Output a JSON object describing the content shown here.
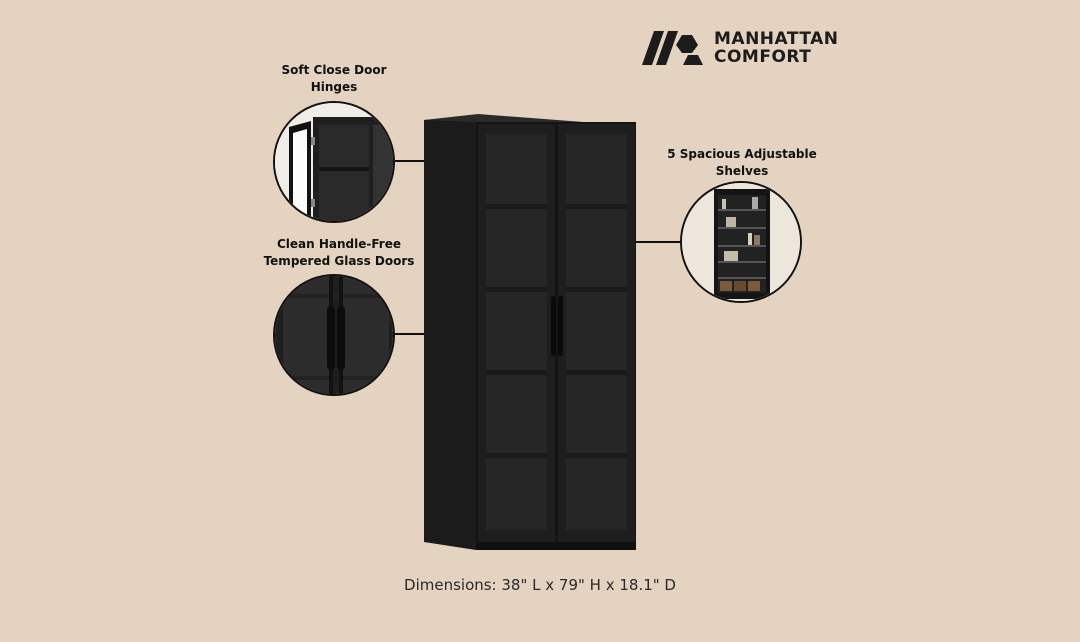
{
  "brand": {
    "line1": "MANHATTAN",
    "line2": "COMFORT",
    "icon": "manhattan-comfort-logo-icon"
  },
  "callouts": {
    "hinges": {
      "line1": "Soft Close Door",
      "line2": "Hinges"
    },
    "doors": {
      "line1": "Clean Handle-Free",
      "line2": "Tempered Glass Doors"
    },
    "shelves": {
      "line1": "5 Spacious Adjustable",
      "line2": "Shelves"
    }
  },
  "dimensions": "Dimensions: 38\" L x 79\" H x 18.1\" D",
  "colors": {
    "background": "#e4d3c0",
    "cabinet": "#1c1c1c",
    "text": "#111111"
  }
}
